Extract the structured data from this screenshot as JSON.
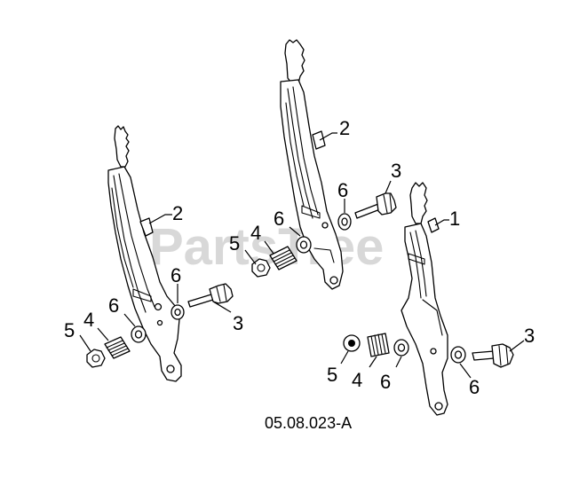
{
  "watermark": "PartsTree",
  "diagram_code": "05.08.023-A",
  "callouts": {
    "right_lever": "1",
    "left_lever": "2",
    "middle_lever": "2",
    "left_bolt": "3",
    "middle_bolt": "3",
    "right_bolt": "3",
    "left_spring": "4",
    "middle_spring": "4",
    "right_spring": "4",
    "left_nut": "5",
    "middle_nut": "5",
    "right_nut": "5",
    "left_washer_inner": "6",
    "left_washer_outer": "6",
    "middle_washer_inner": "6",
    "middle_washer_outer": "6",
    "right_washer_inner": "6",
    "right_washer_outer": "6"
  },
  "colors": {
    "line": "#000000",
    "watermark": "#c8c8c8",
    "background": "#ffffff"
  }
}
